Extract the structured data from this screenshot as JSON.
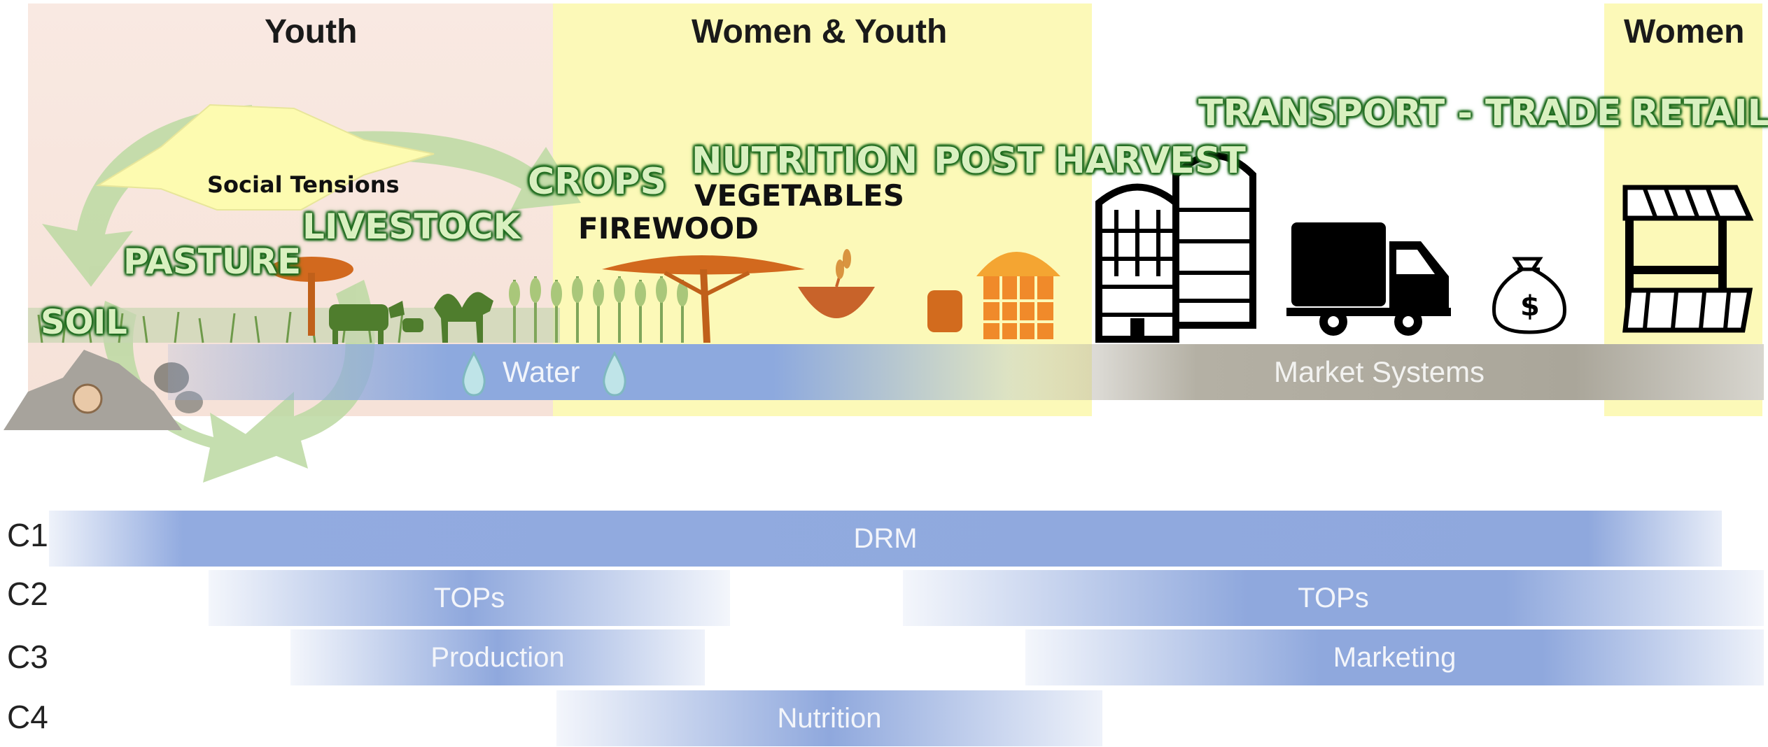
{
  "zones": {
    "youth": "Youth",
    "women_youth": "Women & Youth",
    "women": "Women"
  },
  "labels": {
    "social_tensions": "Social Tensions",
    "soil": "SOIL",
    "pasture": "PASTURE",
    "livestock": "LIVESTOCK",
    "crops": "CROPS",
    "nutrition": "NUTRITION",
    "vegetables": "VEGETABLES",
    "firewood": "FIREWOOD",
    "post_harvest": "POST HARVEST",
    "transport_trade": "TRANSPORT - TRADE",
    "retail": "RETAIL",
    "dollar": "$"
  },
  "flows": {
    "water": "Water",
    "market_systems": "Market Systems"
  },
  "components": [
    {
      "id": "C1",
      "bars": [
        "DRM"
      ]
    },
    {
      "id": "C2",
      "bars": [
        "TOPs",
        "TOPs"
      ]
    },
    {
      "id": "C3",
      "bars": [
        "Production",
        "Marketing"
      ]
    },
    {
      "id": "C4",
      "bars": [
        "Nutrition"
      ]
    }
  ],
  "colors": {
    "youth_bg": "#f8e6de",
    "women_youth_bg": "#fbf8b4",
    "water": "#8da9de",
    "market": "#b8b4a8",
    "bar": "#8fa8dd",
    "label_green": "#2e7d32"
  }
}
